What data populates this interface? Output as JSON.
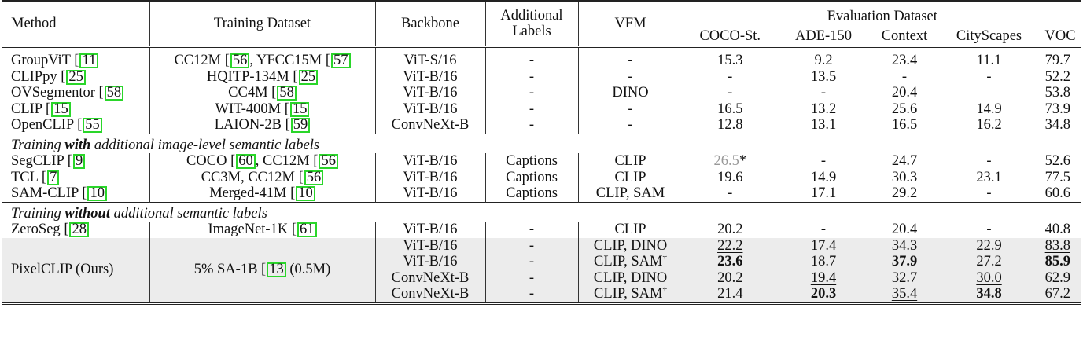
{
  "table": {
    "headers": {
      "method": "Method",
      "training_dataset": "Training Dataset",
      "backbone": "Backbone",
      "additional_labels_line1": "Additional",
      "additional_labels_line2": "Labels",
      "vfm": "VFM",
      "evaluation_dataset": "Evaluation Dataset",
      "eval_columns": [
        "COCO-St.",
        "ADE-150",
        "Context",
        "CityScapes",
        "VOC"
      ]
    },
    "group1": [
      {
        "method": "GroupViT",
        "method_cite": "11",
        "train_a": "CC12M",
        "train_a_cite": "56",
        "train_b": ", YFCC15M",
        "train_b_cite": "57",
        "backbone": "ViT-S/16",
        "labels": "-",
        "vfm": "-",
        "scores": [
          "15.3",
          "9.2",
          "23.4",
          "11.1",
          "79.7"
        ]
      },
      {
        "method": "CLIPpy",
        "method_cite": "25",
        "train_a": "HQITP-134M",
        "train_a_cite": "25",
        "backbone": "ViT-B/16",
        "labels": "-",
        "vfm": "-",
        "scores": [
          "-",
          "13.5",
          "-",
          "-",
          "52.2"
        ]
      },
      {
        "method": "OVSegmentor",
        "method_cite": "58",
        "train_a": "CC4M",
        "train_a_cite": "58",
        "backbone": "ViT-B/16",
        "labels": "-",
        "vfm": "DINO",
        "scores": [
          "-",
          "-",
          "20.4",
          "",
          "53.8"
        ]
      },
      {
        "method": "CLIP",
        "method_cite": "15",
        "train_a": "WIT-400M",
        "train_a_cite": "15",
        "backbone": "ViT-B/16",
        "labels": "-",
        "vfm": "-",
        "scores": [
          "16.5",
          "13.2",
          "25.6",
          "14.9",
          "73.9"
        ]
      },
      {
        "method": "OpenCLIP",
        "method_cite": "55",
        "train_a": "LAION-2B",
        "train_a_cite": "59",
        "backbone": "ConvNeXt-B",
        "labels": "-",
        "vfm": "-",
        "scores": [
          "12.8",
          "13.1",
          "16.5",
          "16.2",
          "34.8"
        ]
      }
    ],
    "section2": {
      "pre": "Training ",
      "bold": "with",
      "post": " additional image-level semantic labels"
    },
    "group2": [
      {
        "method": "SegCLIP",
        "method_cite": "9",
        "train_a": "COCO",
        "train_a_cite": "60",
        "train_b": ", CC12M",
        "train_b_cite": "56",
        "backbone": "ViT-B/16",
        "labels": "Captions",
        "vfm": "CLIP",
        "scores": [
          "26.5",
          "-",
          "24.7",
          "-",
          "52.6"
        ],
        "coco_note": "*"
      },
      {
        "method": "TCL",
        "method_cite": "7",
        "train_a": "CC3M, CC12M",
        "train_a_cite": "56",
        "backbone": "ViT-B/16",
        "labels": "Captions",
        "vfm": "CLIP",
        "scores": [
          "19.6",
          "14.9",
          "30.3",
          "23.1",
          "77.5"
        ]
      },
      {
        "method": "SAM-CLIP",
        "method_cite": "10",
        "train_a": "Merged-41M",
        "train_a_cite": "10",
        "backbone": "ViT-B/16",
        "labels": "Captions",
        "vfm": "CLIP, SAM",
        "scores": [
          "-",
          "17.1",
          "29.2",
          "-",
          "60.6"
        ]
      }
    ],
    "section3": {
      "pre": "Training ",
      "bold": "without",
      "post": " additional semantic labels"
    },
    "zeroseg": {
      "method": "ZeroSeg",
      "method_cite": "28",
      "train_a": "ImageNet-1K",
      "train_a_cite": "61",
      "backbone": "ViT-B/16",
      "labels": "-",
      "vfm": "CLIP",
      "scores": [
        "20.2",
        "-",
        "20.4",
        "-",
        "40.8"
      ]
    },
    "ours": {
      "method": "PixelCLIP (Ours)",
      "train_a": "5% SA-1B",
      "train_a_cite": "13",
      "train_post": " (0.5M)",
      "rows": [
        {
          "backbone": "ViT-B/16",
          "labels": "-",
          "vfm": "CLIP, DINO",
          "vfm_sup": "",
          "scores": [
            "22.2",
            "17.4",
            "34.3",
            "22.9",
            "83.8"
          ],
          "style": [
            "u",
            "",
            "",
            "",
            "u"
          ]
        },
        {
          "backbone": "ViT-B/16",
          "labels": "-",
          "vfm": "CLIP, SAM",
          "vfm_sup": "†",
          "scores": [
            "23.6",
            "18.7",
            "37.9",
            "27.2",
            "85.9"
          ],
          "style": [
            "b",
            "",
            "b",
            "",
            "b"
          ]
        },
        {
          "backbone": "ConvNeXt-B",
          "labels": "-",
          "vfm": "CLIP, DINO",
          "vfm_sup": "",
          "scores": [
            "20.2",
            "19.4",
            "32.7",
            "30.0",
            "62.9"
          ],
          "style": [
            "",
            "u",
            "",
            "u",
            ""
          ]
        },
        {
          "backbone": "ConvNeXt-B",
          "labels": "-",
          "vfm": "CLIP, SAM",
          "vfm_sup": "†",
          "scores": [
            "21.4",
            "20.3",
            "35.4",
            "34.8",
            "67.2"
          ],
          "style": [
            "",
            "b",
            "u",
            "b",
            ""
          ]
        }
      ]
    },
    "colors": {
      "citation_box": "#2ad62a",
      "shaded_row": "#ececec",
      "gray_value": "#999999"
    }
  }
}
